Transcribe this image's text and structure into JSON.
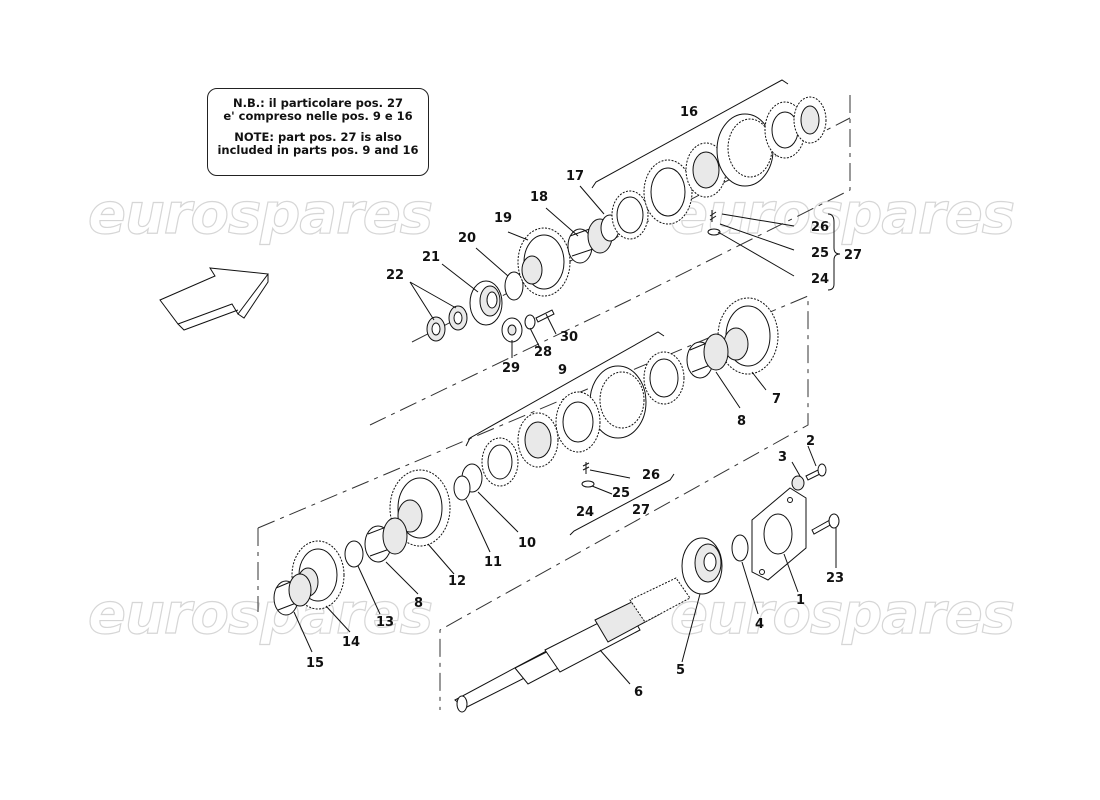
{
  "note": {
    "it_line1": "N.B.: il particolare pos. 27",
    "it_line2": "e' compreso nelle pos. 9 e 16",
    "en_line1": "NOTE: part pos. 27 is also",
    "en_line2": "included in parts pos. 9 and 16"
  },
  "watermark": "eurospares",
  "labels": {
    "p1": "1",
    "p2": "2",
    "p3": "3",
    "p4": "4",
    "p5": "5",
    "p6": "6",
    "p7": "7",
    "p8a": "8",
    "p8b": "8",
    "p9": "9",
    "p10": "10",
    "p11": "11",
    "p12": "12",
    "p13": "13",
    "p14": "14",
    "p15": "15",
    "p16": "16",
    "p17": "17",
    "p18": "18",
    "p19": "19",
    "p20": "20",
    "p21": "21",
    "p22": "22",
    "p23": "23",
    "p24a": "24",
    "p24b": "24",
    "p25a": "25",
    "p25b": "25",
    "p26a": "26",
    "p26b": "26",
    "p27a": "27",
    "p27b": "27",
    "p28": "28",
    "p29": "29",
    "p30": "30"
  }
}
